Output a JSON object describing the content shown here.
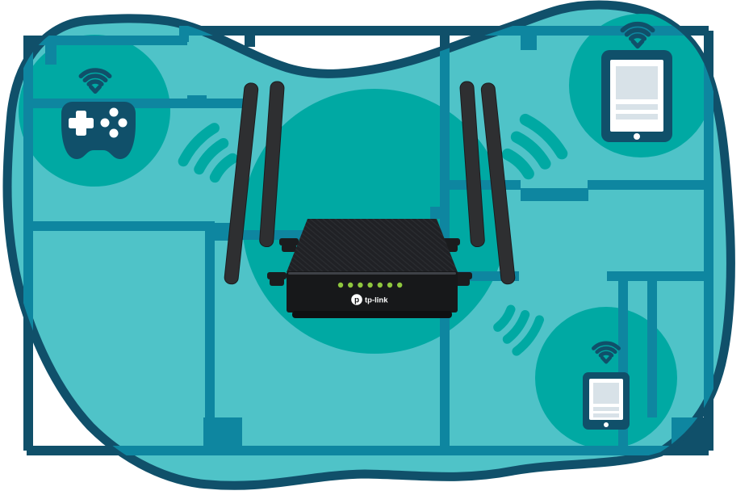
{
  "brand": {
    "logo_mark": "p",
    "logo_text": "tp-link"
  },
  "palette": {
    "background": "#FFFFFF",
    "blob_fill": "#4FC3C8",
    "outline_navy": "#10506A",
    "wall_inner_teal": "#0E86A0",
    "coverage_circle": "#00A9A3",
    "signal_wave": "#00A9A3",
    "device_navy": "#10506A",
    "screen_white": "#FFFFFF",
    "screen_content_gray": "#D8E2E8",
    "router_body_black": "#17181A",
    "led_green": "#8FC73E"
  },
  "scene": {
    "router": {
      "brand_label": "tp-link",
      "antenna_count": 4,
      "led_count": 7
    },
    "devices": [
      {
        "id": "game-controller",
        "position": "top-left",
        "has_wifi_signal": true
      },
      {
        "id": "tablet",
        "position": "top-right",
        "has_wifi_signal": true
      },
      {
        "id": "smartphone",
        "position": "bottom-right",
        "has_wifi_signal": true
      }
    ],
    "signal_wave_groups": 3,
    "floor_plan": {
      "style": "blueprint-walls",
      "rooms_visible": true
    }
  }
}
